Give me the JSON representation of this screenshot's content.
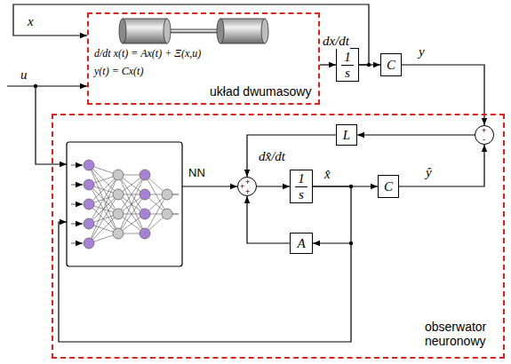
{
  "diagram": {
    "nodes": [
      {
        "text": [
          "d/dt x(t) = Ax(t) + Ξ(x,u)",
          "y(t) = Cx(t)",
          "układ dwumasowy"
        ]
      },
      {
        "text": [
          "1",
          "s"
        ]
      },
      {
        "text": [
          "C"
        ]
      },
      {
        "text": [
          "obserwator neuronowy"
        ]
      },
      {
        "text": [
          "L"
        ],
        "in": 3
      },
      {
        "text": [
          "+",
          "-"
        ],
        "in": 3
      },
      {
        "text": [
          "+",
          "+",
          "+"
        ],
        "in": 3
      },
      {
        "text": [
          "1",
          "s"
        ],
        "in": 3
      },
      {
        "text": [
          "C"
        ],
        "in": 3
      },
      {
        "text": [
          "A"
        ],
        "in": 3
      }
    ],
    "edges": [
      {
        "from": 0,
        "to": 1,
        "arrow": "to",
        "label": "dx/dt"
      },
      {
        "from": 1,
        "to": 2,
        "arrow": "to"
      },
      {
        "from": 1,
        "to": 0,
        "arrow": "to",
        "label": "x"
      },
      {
        "from": 2,
        "to": 5,
        "arrow": "to",
        "label": "y"
      },
      {
        "from": 5,
        "to": 4,
        "arrow": "to"
      },
      {
        "from": 4,
        "to": 6,
        "arrow": "to"
      },
      {
        "from": 6,
        "to": 7,
        "arrow": "to",
        "label": "dx̂/dt"
      },
      {
        "from": 7,
        "to": 8,
        "arrow": "to",
        "label": "x̂"
      },
      {
        "from": 8,
        "to": 5,
        "arrow": "to",
        "label": "ŷ"
      },
      {
        "from": 7,
        "to": 9,
        "arrow": "to"
      },
      {
        "from": 9,
        "to": 6,
        "arrow": "to"
      }
    ],
    "labels": [
      "u",
      "NN"
    ]
  }
}
